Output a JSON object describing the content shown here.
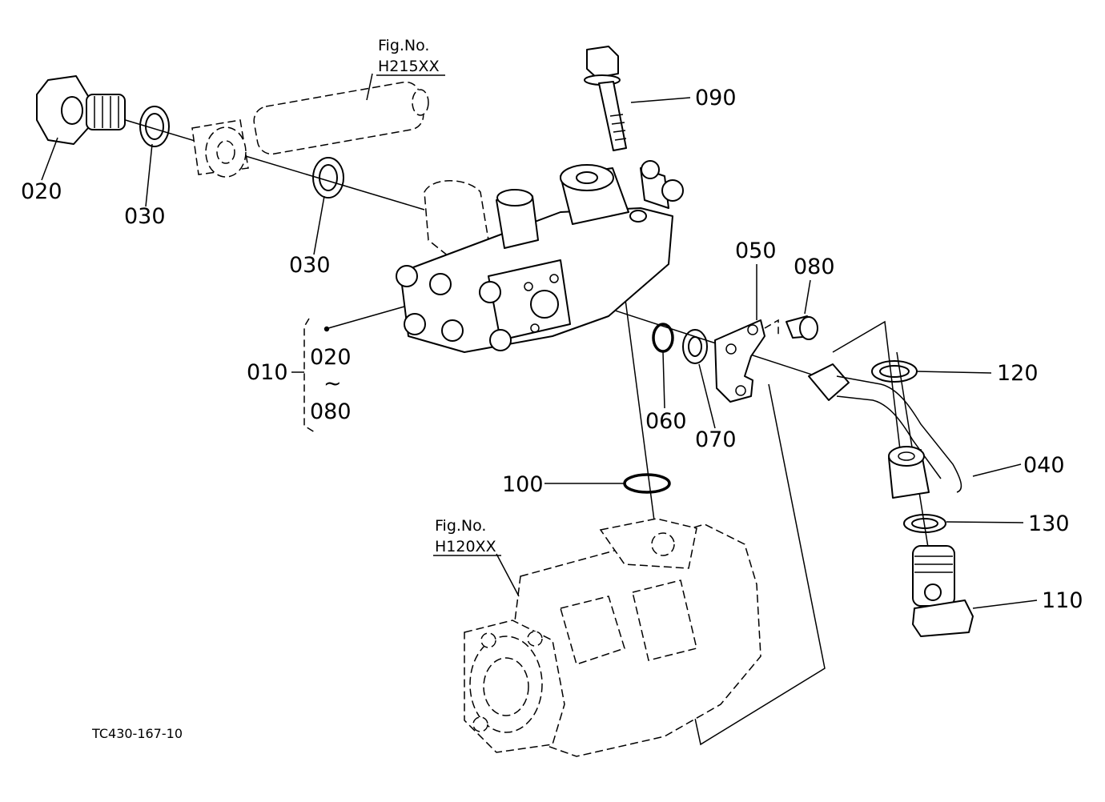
{
  "figure_refs": [
    {
      "label": "Fig.No.",
      "code": "H215XX"
    },
    {
      "label": "Fig.No.",
      "code": "H120XX"
    }
  ],
  "callouts": {
    "p010": "010",
    "p020": "020",
    "p030a": "030",
    "p030b": "030",
    "p040": "040",
    "p050": "050",
    "p060": "060",
    "p070": "070",
    "p080": "080",
    "p090": "090",
    "p100": "100",
    "p110": "110",
    "p120": "120",
    "p130": "130"
  },
  "assembly_range": {
    "from": "020",
    "tilde": "~",
    "to": "080"
  },
  "drawing_code": "TC430-167-10"
}
